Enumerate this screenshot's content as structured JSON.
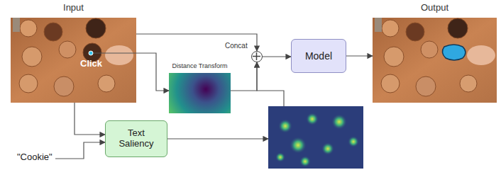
{
  "diagram": {
    "nodes": [
      {
        "text": [
          "Input",
          "Click"
        ]
      },
      {
        "text": [
          "Distance Transform"
        ]
      },
      {
        "text": [
          "Concat"
        ]
      },
      {
        "text": [
          "Model"
        ]
      },
      {
        "text": [
          "Output"
        ]
      },
      {
        "text": [
          "\"Cookie\""
        ]
      },
      {
        "text": [
          "Text Saliency"
        ]
      },
      {
        "text": []
      }
    ],
    "edges": [
      {
        "from": 0,
        "to": 2,
        "arrow": "to"
      },
      {
        "from": 0,
        "to": 1,
        "arrow": "to"
      },
      {
        "from": 1,
        "to": 2,
        "arrow": "to"
      },
      {
        "from": 7,
        "to": 2,
        "arrow": "to"
      },
      {
        "from": 2,
        "to": 3,
        "arrow": "to"
      },
      {
        "from": 3,
        "to": 4,
        "arrow": "to"
      },
      {
        "from": 0,
        "to": 6,
        "arrow": "to"
      },
      {
        "from": 5,
        "to": 6,
        "arrow": "to"
      },
      {
        "from": 6,
        "to": 7,
        "arrow": "to"
      }
    ]
  }
}
